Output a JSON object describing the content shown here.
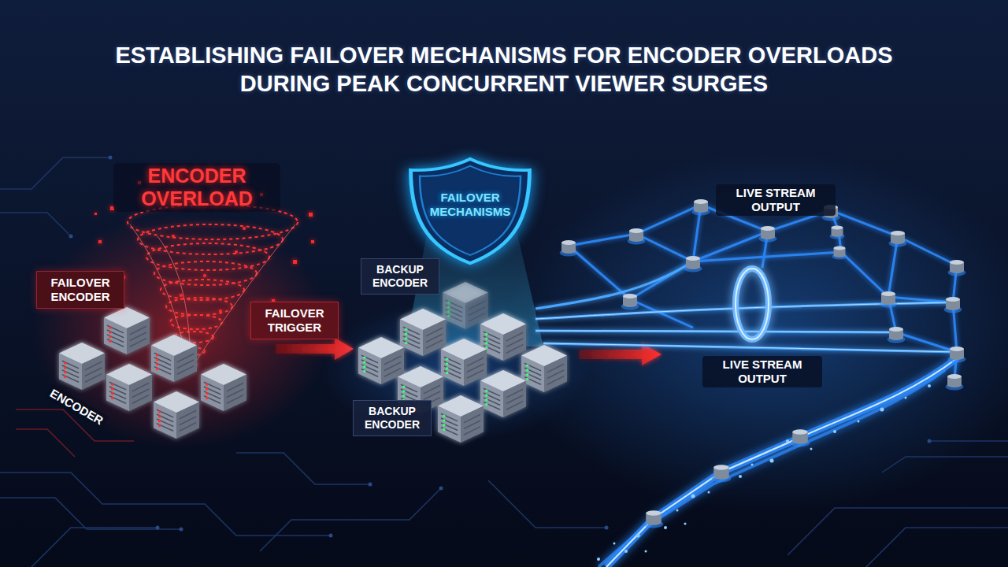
{
  "diagram": {
    "title": "ESTABLISHING FAILOVER MECHANISMS FOR ENCODER OVERLOADS DURING PEAK CONCURRENT VIEWER SURGES",
    "nodes": [
      {
        "text": [
          "FAILOVER ENCODER"
        ]
      },
      {
        "text": [
          "FAILOVER TRIGGER"
        ]
      },
      {
        "text": [
          "FAILOVER MECHANISMS"
        ]
      },
      {
        "text": [
          "BACKUP ENCODER"
        ]
      },
      {
        "text": [
          "BACKUP ENCODER"
        ]
      }
    ],
    "labels": [
      "ENCODER OVERLOAD",
      "ENCODER",
      "LIVE STREAM OUTPUT",
      "LIVE STREAM OUTPUT"
    ]
  }
}
